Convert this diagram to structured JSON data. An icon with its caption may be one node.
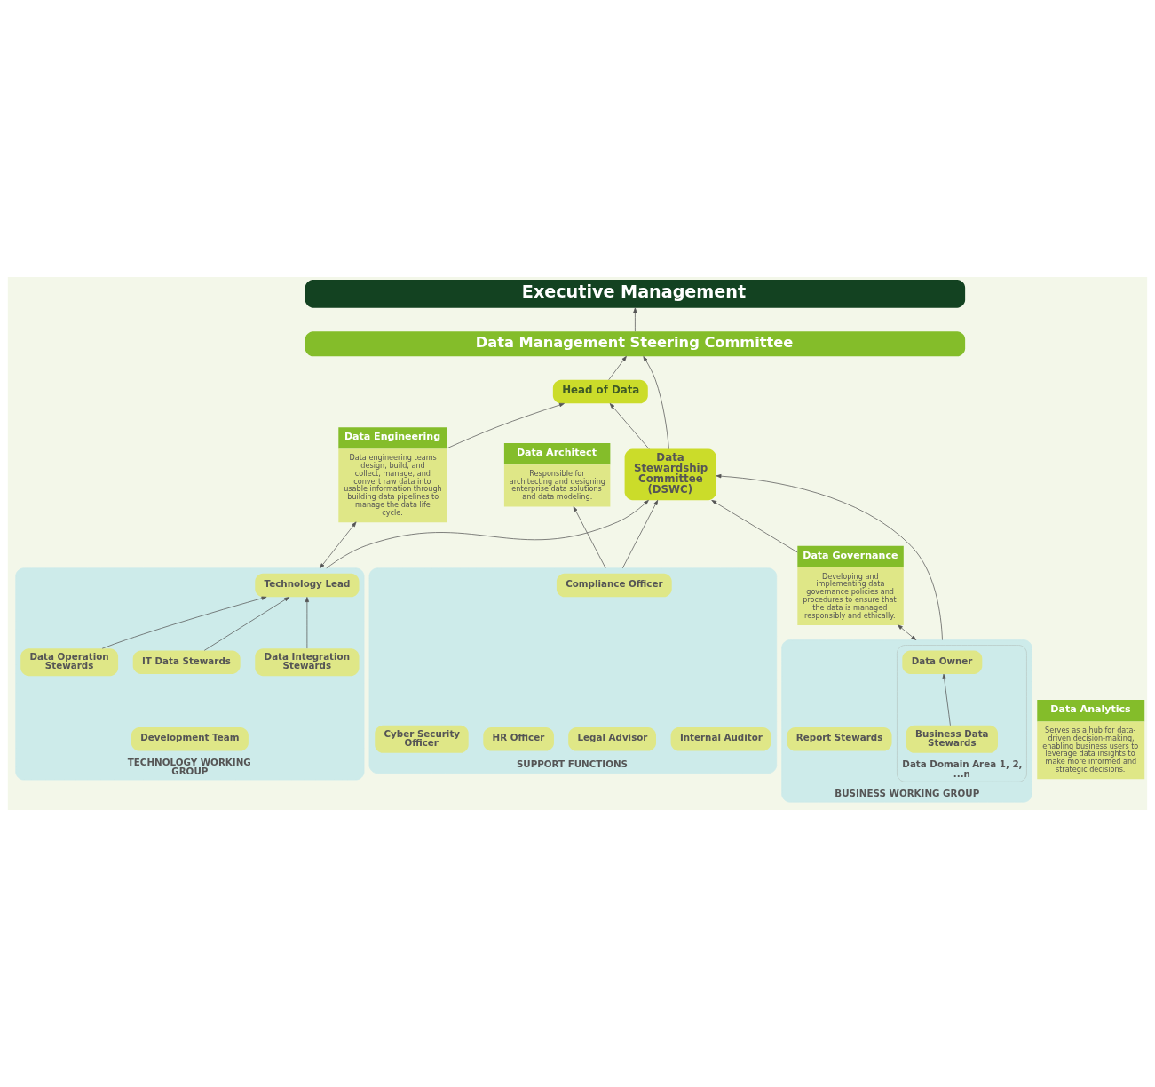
{
  "diagram": {
    "nodes": [
      {
        "text": [
          "Executive Management"
        ]
      },
      {
        "text": [
          "Data Management Steering Committee"
        ]
      },
      {
        "text": [
          "Head of Data"
        ]
      },
      {
        "text": [
          "Data Architect",
          "Responsible for architecting and designing enterprise data solutions and data modeling."
        ]
      },
      {
        "text": [
          "Data Analytics",
          "Serves as a hub for data-driven decision-making, enabling business users to leverage data insights to make more informed and strategic decisions."
        ]
      },
      {
        "text": [
          "Data Engineering",
          "Data engineering teams design, build, and collect, manage, and convert raw data into usable information through building data pipelines to manage the data life cycle."
        ]
      },
      {
        "text": [
          "Data Governance",
          "Developing and implementing data governance policies and procedures to ensure that the data is managed responsibly and ethically."
        ]
      },
      {
        "text": [
          "Data Stewardship Committee (DSWC)"
        ]
      },
      {
        "text": [
          "SUPPORT FUNCTIONS"
        ]
      },
      {
        "text": [
          "Compliance Officer"
        ],
        "in": 8
      },
      {
        "text": [
          "Internal Auditor"
        ],
        "in": 8
      },
      {
        "text": [
          "Legal Advisor"
        ],
        "in": 8
      },
      {
        "text": [
          "HR Officer"
        ],
        "in": 8
      },
      {
        "text": [
          "Cyber Security Officer"
        ],
        "in": 8
      },
      {
        "text": [
          "TECHNOLOGY WORKING GROUP"
        ]
      },
      {
        "text": [
          "Technology Lead"
        ],
        "in": 14
      },
      {
        "text": [
          "IT Data Stewards"
        ],
        "in": 14
      },
      {
        "text": [
          "Data Operation Stewards"
        ],
        "in": 14
      },
      {
        "text": [
          "Data Integration Stewards"
        ],
        "in": 14
      },
      {
        "text": [
          "Development Team"
        ],
        "in": 14
      },
      {
        "text": [
          "BUSINESS WORKING GROUP"
        ]
      },
      {
        "text": [
          "Data Domain Area 1, 2, ...n"
        ],
        "in": 20
      },
      {
        "text": [
          "Data Owner"
        ],
        "in": 21
      },
      {
        "text": [
          "Business Data Stewards"
        ],
        "in": 21
      },
      {
        "text": [
          "Report Stewards"
        ],
        "in": 20
      }
    ],
    "edges": [
      {
        "from": 1,
        "to": 0,
        "arrow": "to"
      },
      {
        "from": 2,
        "to": 1,
        "arrow": "to"
      },
      {
        "from": 7,
        "to": 1,
        "arrow": "to"
      },
      {
        "from": 7,
        "to": 2,
        "arrow": "to"
      },
      {
        "from": 5,
        "to": 2,
        "arrow": "to"
      },
      {
        "from": 8,
        "to": 3,
        "arrow": "to"
      },
      {
        "from": 14,
        "to": 5,
        "arrow": "both"
      },
      {
        "from": 20,
        "to": 6,
        "arrow": "both"
      },
      {
        "from": 6,
        "to": 7,
        "arrow": "to"
      },
      {
        "from": 20,
        "to": 7,
        "arrow": "to"
      },
      {
        "from": 16,
        "to": 15,
        "arrow": "to"
      },
      {
        "from": 17,
        "to": 15,
        "arrow": "to"
      },
      {
        "from": 18,
        "to": 15,
        "arrow": "to"
      },
      {
        "from": 23,
        "to": 22,
        "arrow": "to"
      },
      {
        "from": 8,
        "to": 7,
        "arrow": "to"
      },
      {
        "from": 14,
        "to": 7,
        "arrow": "to"
      }
    ]
  }
}
